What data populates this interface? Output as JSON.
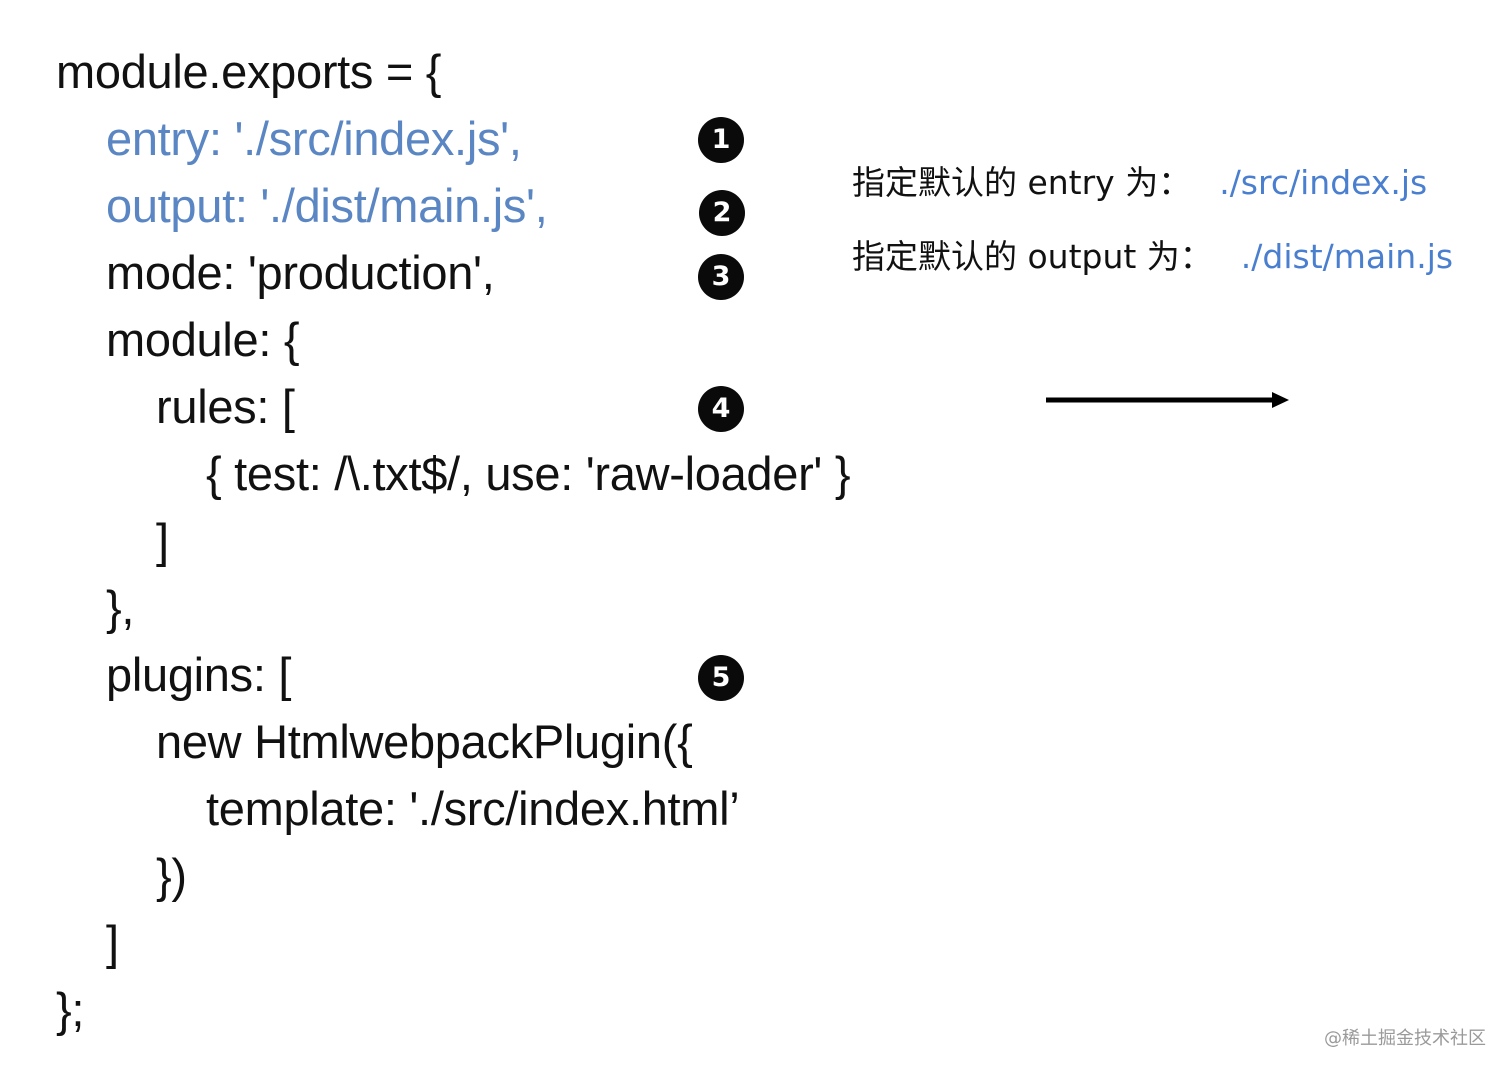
{
  "code": {
    "lines": [
      "module.exports = {",
      "entry: './src/index.js',",
      "output: './dist/main.js',",
      "mode: 'production',",
      "module: {",
      "rules: [",
      "{ test: /\\.txt$/, use: 'raw-loader' }",
      "]",
      "},",
      "plugins: [",
      "new HtmlwebpackPlugin({",
      "template: './src/index.html’",
      "})",
      "]",
      "};"
    ],
    "highlight_color": "#5b86c4",
    "text_color": "#111111"
  },
  "badges": [
    "1",
    "2",
    "3",
    "4",
    "5"
  ],
  "notes": {
    "entry": {
      "label": "指定默认的 entry 为：",
      "path": "./src/index.js"
    },
    "output": {
      "label": "指定默认的 output 为：",
      "path": "./dist/main.js"
    },
    "path_color": "#4a7fd0"
  },
  "icons": {
    "arrow": "right-arrow-icon"
  },
  "watermark": "@稀土掘金技术社区"
}
